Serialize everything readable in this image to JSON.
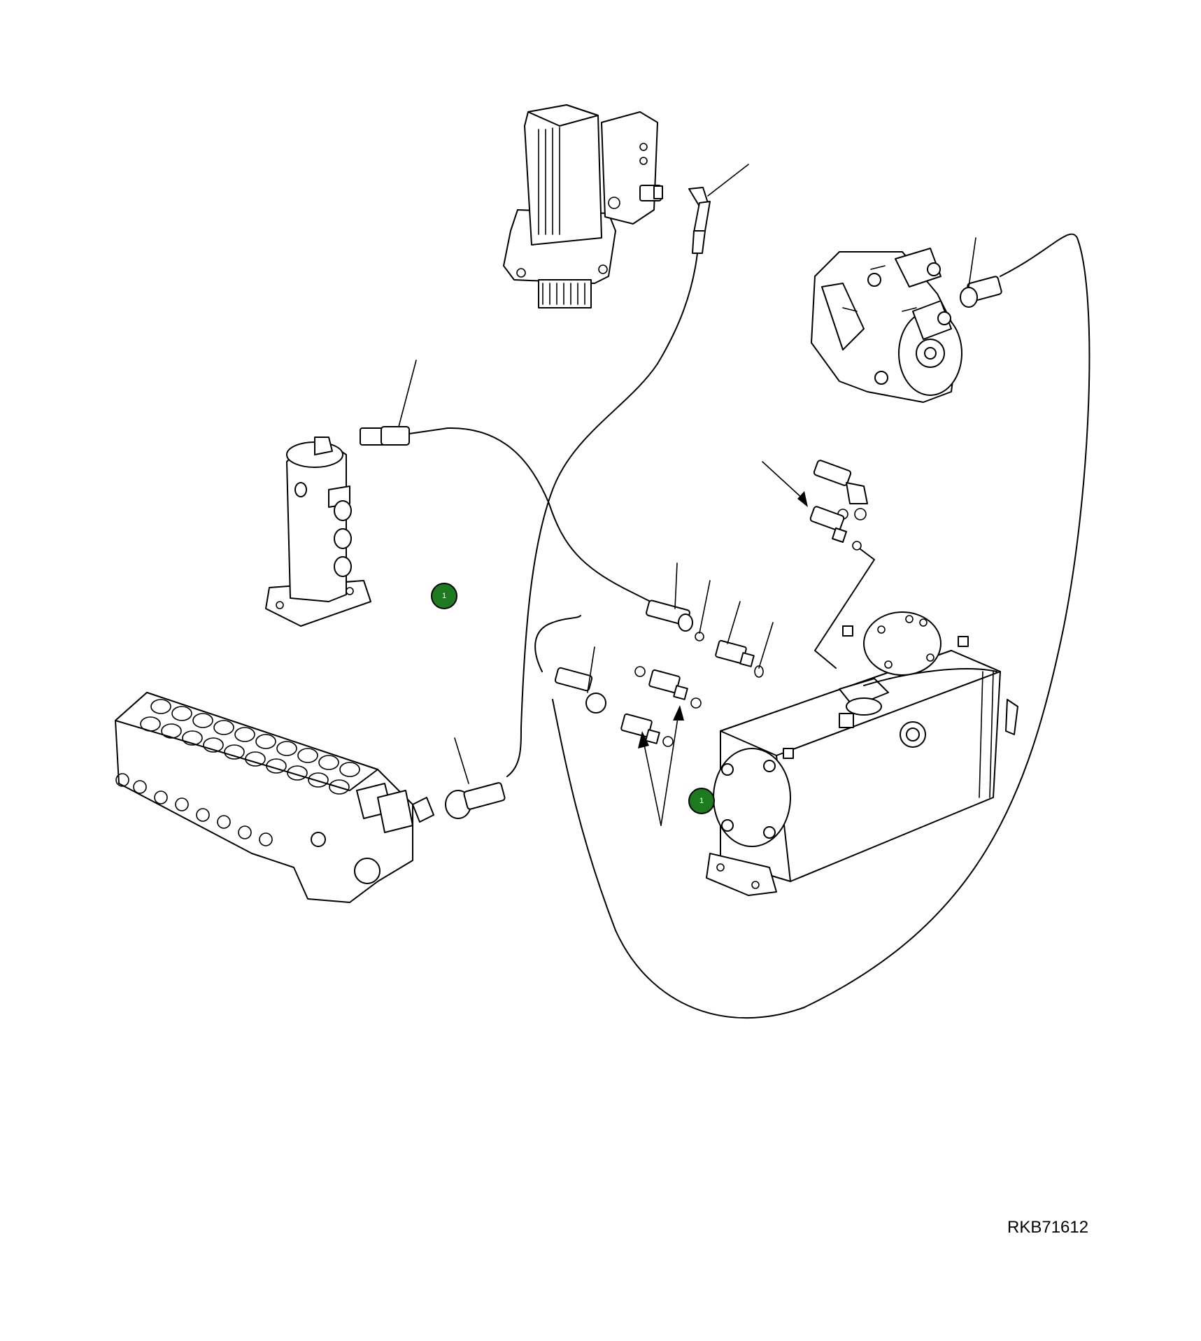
{
  "drawing": {
    "code": "RKB71612"
  },
  "callouts": [
    {
      "id": "callout-a",
      "label": "1"
    },
    {
      "id": "callout-b",
      "label": "1"
    }
  ],
  "colors": {
    "callout_fill": "#1e7a1e",
    "line": "#000000",
    "background": "#ffffff"
  },
  "components": [
    {
      "icon": "swing-motor-icon"
    },
    {
      "icon": "hydraulic-pump-icon"
    },
    {
      "icon": "swivel-joint-icon"
    },
    {
      "icon": "control-valve-icon"
    },
    {
      "icon": "hydraulic-tank-icon"
    },
    {
      "icon": "hose-fitting-icon"
    }
  ]
}
